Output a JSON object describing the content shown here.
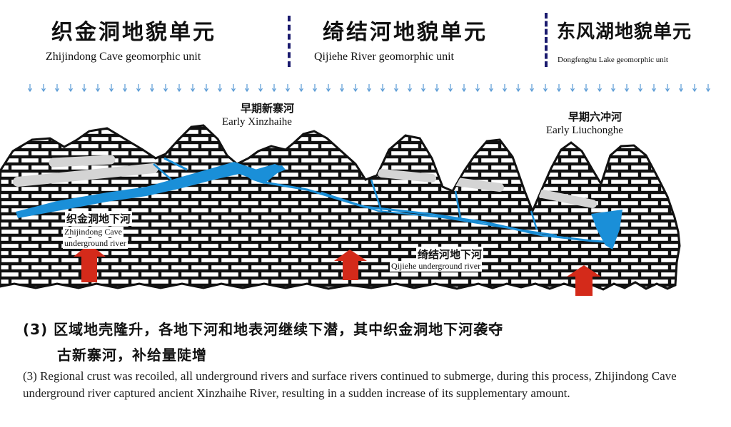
{
  "units": [
    {
      "cn": "织金洞地貌单元",
      "en": "Zhijindong Cave geomorphic unit"
    },
    {
      "cn": "绮结河地貌单元",
      "en": "Qijiehe River geomorphic unit"
    },
    {
      "cn": "东风湖地貌单元",
      "en": "Dongfenghu Lake geomorphic unit"
    }
  ],
  "labels": {
    "early_xinzhaihe_cn": "早期新寨河",
    "early_xinzhaihe_en": "Early Xinzhaihe",
    "early_liuchonghe_cn": "早期六冲河",
    "early_liuchonghe_en": "Early Liuchonghe",
    "zhijindong_river_cn": "织金洞地下河",
    "zhijindong_river_en_1": "Zhijindong Cave",
    "zhijindong_river_en_2": "underground river",
    "qijiehe_river_cn": "绮结河地下河",
    "qijiehe_river_en": "Qijiehe underground river"
  },
  "caption": {
    "cn_line1": "(3)  区域地壳隆升，各地下河和地表河继续下潜，其中织金洞地下河袭夺",
    "cn_line2": "古新寨河，补给量陡增",
    "en": "(3) Regional crust was recoiled, all underground rivers and surface rivers continued to submerge, during this process, Zhijindong Cave underground river captured ancient Xinzhaihe River, resulting in a sudden increase of its supplementary amount."
  },
  "colors": {
    "water": "#1a8fd8",
    "uplift_arrow": "#d42a1a",
    "old_channel": "#d4d4d4",
    "divider": "#1a1a6e",
    "rain": "#5b9bd5"
  },
  "icons": {
    "rain": "rain-arrow-icon",
    "uplift": "uplift-arrow-icon"
  }
}
